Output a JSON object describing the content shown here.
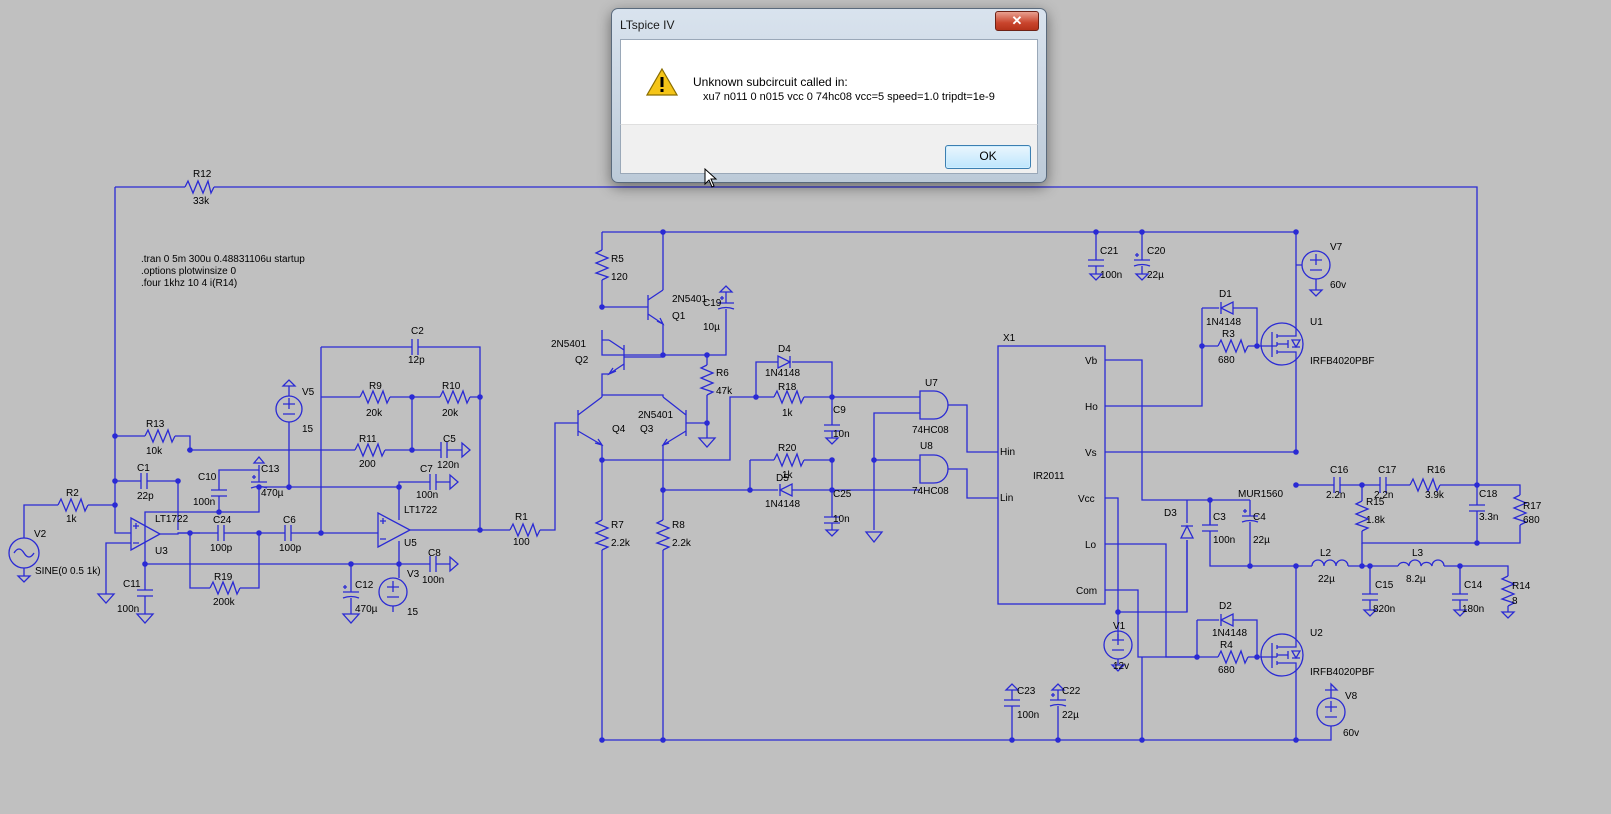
{
  "dialog": {
    "title": "LTspice IV",
    "close_glyph": "✕",
    "message_line1": "Unknown subcircuit called in:",
    "message_line2": "xu7 n011 0 n015 vcc 0 74hc08 vcc=5 speed=1.0 tripdt=1e-9",
    "ok_label": "OK",
    "icon": "warning-icon"
  },
  "directives": [
    ".tran 0 5m 300u 0.48831106u startup",
    ".options plotwinsize 0",
    ".four 1khz 10 4 i(R14)"
  ],
  "colors": {
    "background": "#c0c0c0",
    "wire": "#2a2ad4"
  },
  "labels": {
    "R12": "R12",
    "R12v": "33k",
    "R13": "R13",
    "R13v": "10k",
    "R2": "R2",
    "R2v": "1k",
    "V2": "V2",
    "V2v": "SINE(0 0.5 1k)",
    "C1": "C1",
    "C1v": "22p",
    "C10": "C10",
    "C10v": "100n",
    "C13": "C13",
    "C13v": "470µ",
    "V5": "V5",
    "V5v": "15",
    "R9": "R9",
    "R9v": "20k",
    "R10": "R10",
    "R10v": "20k",
    "C2": "C2",
    "C2v": "12p",
    "R11": "R11",
    "R11v": "200",
    "C5": "C5",
    "C5v": "120n",
    "C7": "C7",
    "C7v": "100n",
    "U3": "U3",
    "U3v": "LT1722",
    "U5": "U5",
    "U5v": "LT1722",
    "C24": "C24",
    "C24v": "100p",
    "C6": "C6",
    "C6v": "100p",
    "C11": "C11",
    "C11v": "100n",
    "R19": "R19",
    "R19v": "200k",
    "C12": "C12",
    "C12v": "470µ",
    "V3": "V3",
    "V3v": "15",
    "C8": "C8",
    "C8v": "100n",
    "R1": "R1",
    "R1v": "100",
    "R5": "R5",
    "R5v": "120",
    "Q1": "Q1",
    "Q1v": "2N5401",
    "Q2": "Q2",
    "Q2v": "2N5401",
    "C19": "C19",
    "C19v": "10µ",
    "R6": "R6",
    "R6v": "47k",
    "Q3": "Q3",
    "Q4": "Q4",
    "Q34v": "2N5401",
    "R7": "R7",
    "R7v": "2.2k",
    "R8": "R8",
    "R8v": "2.2k",
    "D4": "D4",
    "D4v": "1N4148",
    "R18": "R18",
    "R18v": "1k",
    "C9": "C9",
    "C9v": "10n",
    "R20": "R20",
    "R20v": "1k",
    "D5": "D5",
    "D5v": "1N4148",
    "C25": "C25",
    "C25v": "10n",
    "U7": "U7",
    "U7v": "74HC08",
    "U8": "U8",
    "U8v": "74HC08",
    "X1": "X1",
    "X1v": "IR2011",
    "pinVb": "Vb",
    "pinHo": "Ho",
    "pinVs": "Vs",
    "pinHin": "Hin",
    "pinLin": "Lin",
    "pinVcc": "Vcc",
    "pinLo": "Lo",
    "pinCom": "Com",
    "C21": "C21",
    "C21v": "100n",
    "C20": "C20",
    "C20v": "22µ",
    "V7": "V7",
    "V7v": "60v",
    "D1": "D1",
    "D1v": "1N4148",
    "R3": "R3",
    "R3v": "680",
    "U1": "U1",
    "U1v": "IRFB4020PBF",
    "D3": "D3",
    "D3v": "MUR1560",
    "C3": "C3",
    "C3v": "100n",
    "C4": "C4",
    "C4v": "22µ",
    "V1": "V1",
    "V1v": "12v",
    "D2": "D2",
    "D2v": "1N4148",
    "R4": "R4",
    "R4v": "680",
    "U2": "U2",
    "U2v": "IRFB4020PBF",
    "V8": "V8",
    "V8v": "60v",
    "C23": "C23",
    "C23v": "100n",
    "C22": "C22",
    "C22v": "22µ",
    "C16": "C16",
    "C16v": "2.2n",
    "C17": "C17",
    "C17v": "2.2n",
    "R16": "R16",
    "R16v": "3.9k",
    "C18": "C18",
    "C18v": "3.3n",
    "R17": "R17",
    "R17v": "680",
    "R15": "R15",
    "R15v": "1.8k",
    "L2": "L2",
    "L2v": "22µ",
    "L3": "L3",
    "L3v": "8.2µ",
    "C15": "C15",
    "C15v": "820n",
    "C14": "C14",
    "C14v": "180n",
    "R14": "R14",
    "R14v": "8"
  }
}
